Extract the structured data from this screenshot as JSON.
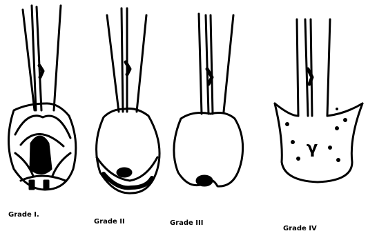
{
  "panels": [
    {
      "label": "Grade I."
    },
    {
      "label": "Grade II"
    },
    {
      "label": "Grade III"
    },
    {
      "label": "Grade IV"
    }
  ],
  "symbols": {
    "grade_iv_marker": "γ"
  },
  "colors": {
    "ink": "#000000",
    "paper": "#ffffff"
  }
}
